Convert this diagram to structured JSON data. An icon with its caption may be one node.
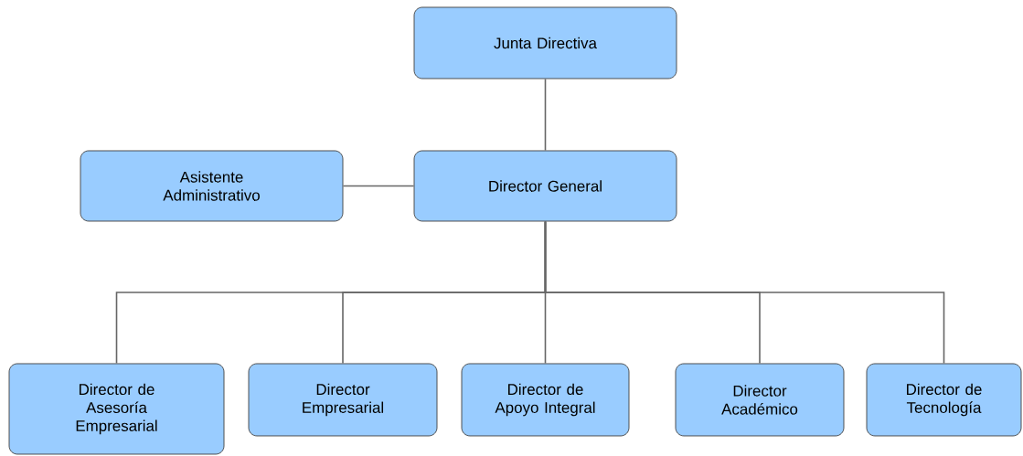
{
  "diagram": {
    "nodes": [
      {
        "text": [
          "Junta Directiva"
        ]
      },
      {
        "text": [
          "Asistente Administrativo"
        ]
      },
      {
        "text": [
          "Director General"
        ]
      },
      {
        "text": [
          "Director de Asesoría Empresarial"
        ]
      },
      {
        "text": [
          "Director Empresarial"
        ]
      },
      {
        "text": [
          "Director de Apoyo Integral"
        ]
      },
      {
        "text": [
          "Director Académico"
        ]
      },
      {
        "text": [
          "Director de Tecnología"
        ]
      }
    ],
    "edges": [
      {
        "from": 0,
        "to": 2,
        "arrow": "none"
      },
      {
        "from": 1,
        "to": 2,
        "arrow": "none"
      },
      {
        "from": 2,
        "to": 3,
        "arrow": "none"
      },
      {
        "from": 2,
        "to": 4,
        "arrow": "none"
      },
      {
        "from": 2,
        "to": 5,
        "arrow": "none"
      },
      {
        "from": 2,
        "to": 6,
        "arrow": "none"
      },
      {
        "from": 2,
        "to": 7,
        "arrow": "none"
      }
    ]
  }
}
